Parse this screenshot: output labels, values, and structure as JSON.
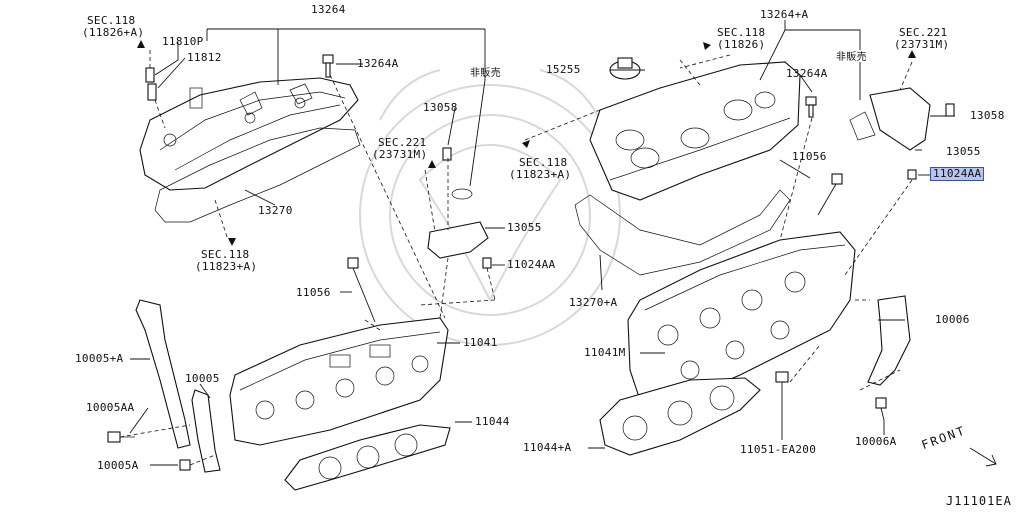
{
  "labels": {
    "sec118_top_left": "SEC.118",
    "sec118_top_left_sub": "(11826+A)",
    "p11810p": "11810P",
    "p11812": "11812",
    "p13264": "13264",
    "p13264a_left": "13264A",
    "hanbai_left": "非販売",
    "p13058_left": "13058",
    "sec221_left": "SEC.221",
    "sec221_left_sub": "(23731M)",
    "p13270": "13270",
    "sec118_bottom_left": "SEC.118",
    "sec118_bottom_left_sub": "(11823+A)",
    "p13055_left": "13055",
    "p11024aa_left": "11024AA",
    "p11056_left": "11056",
    "p11041": "11041",
    "p10005a": "10005+A",
    "p10005": "10005",
    "p10005aa": "10005AA",
    "p10005a_bolt": "10005A",
    "p11044": "11044",
    "sec118_mid": "SEC.118",
    "sec118_mid_sub": "(11826)",
    "p15255": "15255",
    "p13264pa": "13264+A",
    "p13264a_right": "13264A",
    "hanbai_right": "非販売",
    "sec221_right": "SEC.221",
    "sec221_right_sub": "(23731M)",
    "p13058_right": "13058",
    "p13055_right": "13055",
    "p11024aa_right": "11024AA",
    "sec118_center": "SEC.118",
    "sec118_center_sub": "(11823+A)",
    "p11056_right": "11056",
    "p13270a": "13270+A",
    "p11041m": "11041M",
    "p10006": "10006",
    "p11044a": "11044+A",
    "p11051": "11051-EA200",
    "p10006a": "10006A",
    "front": "FRONT",
    "diagram_code": "J11101EA"
  },
  "colors": {
    "highlight_bg": "#b8c4f0",
    "highlight_border": "#3a4fa8",
    "line": "#111111"
  }
}
